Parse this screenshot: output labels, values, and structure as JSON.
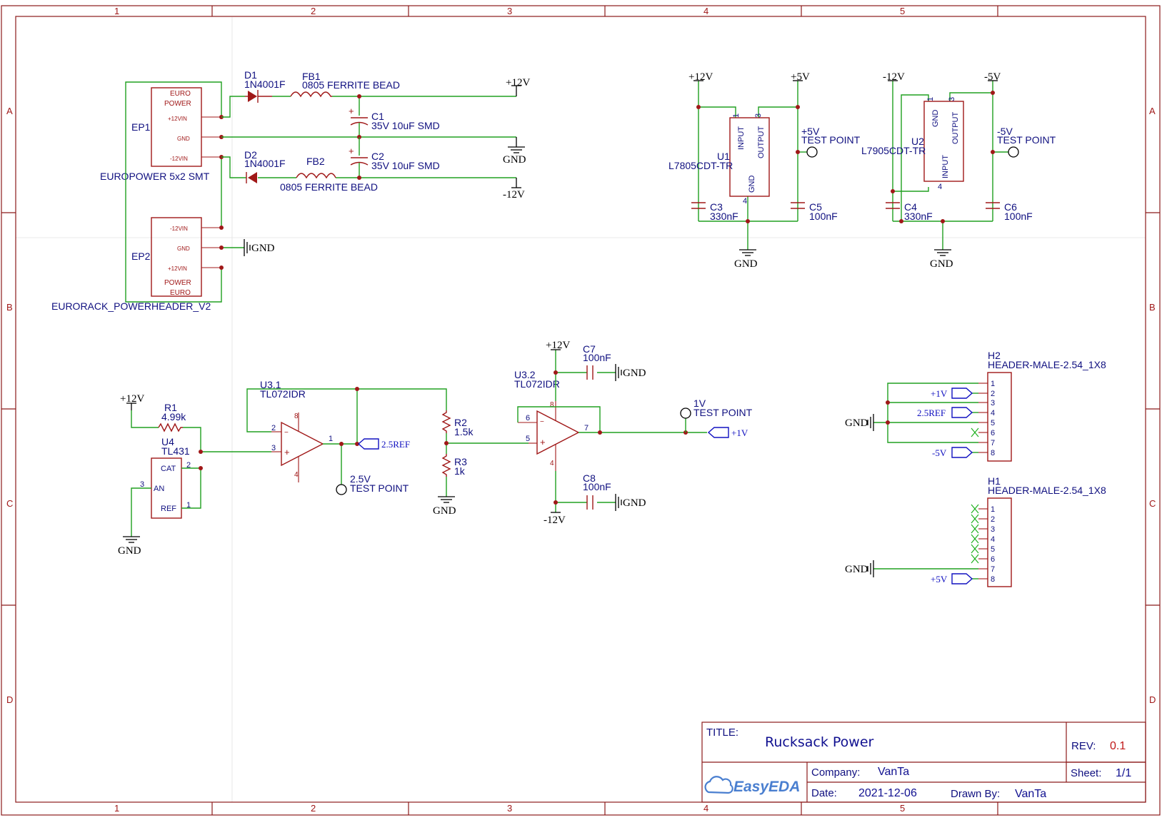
{
  "border": {
    "columns": [
      "1",
      "2",
      "3",
      "4",
      "5"
    ],
    "rows": [
      "A",
      "B",
      "C",
      "D"
    ]
  },
  "title_block": {
    "title_label": "TITLE:",
    "title": "Rucksack Power",
    "rev_label": "REV:",
    "rev": "0.1",
    "company_label": "Company:",
    "company": "VanTa",
    "sheet_label": "Sheet:",
    "sheet": "1/1",
    "date_label": "Date:",
    "date": "2021-12-06",
    "drawn_label": "Drawn By:",
    "drawn_by": "VanTa",
    "logo": "EasyEDA"
  },
  "nets": {
    "p12": "+12V",
    "m12": "-12V",
    "p5": "+5V",
    "m5": "-5V",
    "gnd": "GND",
    "ref": "2.5REF",
    "p1": "+1V"
  },
  "parts": {
    "ep1": {
      "ref": "EP1",
      "value": "EUROPOWER 5x2 SMT",
      "lines": [
        "EURO",
        "POWER",
        "+12VIN",
        "GND",
        "-12VIN"
      ]
    },
    "ep2": {
      "ref": "EP2",
      "value": "EURORACK_POWERHEADER_V2",
      "lines": [
        "-12VIN",
        "GND",
        "+12VIN",
        "POWER",
        "EURO"
      ]
    },
    "d1": {
      "ref": "D1",
      "value": "1N4001F"
    },
    "d2": {
      "ref": "D2",
      "value": "1N4001F"
    },
    "fb1": {
      "ref": "FB1",
      "value": "0805 FERRITE BEAD"
    },
    "fb2": {
      "ref": "FB2",
      "value": "0805 FERRITE BEAD"
    },
    "c1": {
      "ref": "C1",
      "value": "35V 10uF SMD"
    },
    "c2": {
      "ref": "C2",
      "value": "35V 10uF SMD"
    },
    "u1": {
      "ref": "U1",
      "value": "L7805CDT-TR",
      "pins": [
        "INPUT",
        "OUTPUT",
        "GND"
      ]
    },
    "u2": {
      "ref": "U2",
      "value": "L7905CDT-TR",
      "pins": [
        "GND",
        "OUTPUT",
        "INPUT"
      ]
    },
    "c3": {
      "ref": "C3",
      "value": "330nF"
    },
    "c4": {
      "ref": "C4",
      "value": "330nF"
    },
    "c5": {
      "ref": "C5",
      "value": "100nF"
    },
    "c6": {
      "ref": "C6",
      "value": "100nF"
    },
    "c7": {
      "ref": "C7",
      "value": "100nF"
    },
    "c8": {
      "ref": "C8",
      "value": "100nF"
    },
    "tp5": {
      "label": "+5V",
      "value": "TEST POINT"
    },
    "tpm5": {
      "label": "-5V",
      "value": "TEST POINT"
    },
    "tp25": {
      "label": "2.5V",
      "value": "TEST POINT"
    },
    "tp1": {
      "label": "1V",
      "value": "TEST POINT"
    },
    "r1": {
      "ref": "R1",
      "value": "4.99k"
    },
    "r2": {
      "ref": "R2",
      "value": "1.5k"
    },
    "r3": {
      "ref": "R3",
      "value": "1k"
    },
    "u4": {
      "ref": "U4",
      "value": "TL431",
      "pins": [
        "CAT",
        "AN",
        "REF"
      ]
    },
    "u31": {
      "ref": "U3.1",
      "value": "TL072IDR"
    },
    "u32": {
      "ref": "U3.2",
      "value": "TL072IDR"
    },
    "h2": {
      "ref": "H2",
      "value": "HEADER-MALE-2.54_1X8"
    },
    "h1": {
      "ref": "H1",
      "value": "HEADER-MALE-2.54_1X8"
    }
  },
  "pin_numbers": {
    "one": "1",
    "two": "2",
    "three": "3",
    "four": "4",
    "five": "5",
    "six": "6",
    "seven": "7",
    "eight": "8",
    "plus": "+",
    "minus": "−"
  }
}
